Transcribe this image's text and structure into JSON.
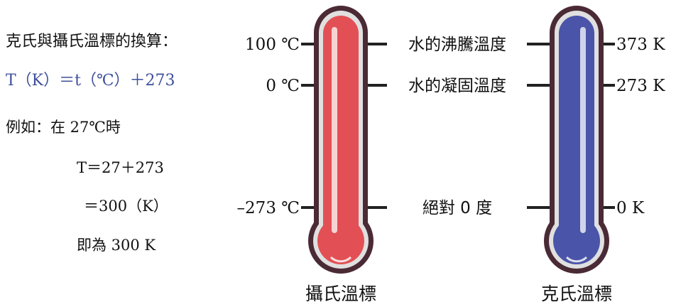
{
  "notes": {
    "line1": "克氏與攝氏溫標的換算：",
    "formula": "T（K）＝t（℃）＋273",
    "example_intro": "例如：在 27℃時",
    "example_line1": "T＝27＋273",
    "example_line2": "＝300（K）",
    "example_result": "即為 300 K"
  },
  "celsius": {
    "title": "攝氏溫標",
    "color": "#e25055",
    "ticks": [
      "100 ℃",
      "0 ℃",
      "–273 ℃"
    ]
  },
  "kelvin": {
    "title": "克氏溫標",
    "color": "#4a54a8",
    "ticks": [
      "373 K",
      "273 K",
      "0 K"
    ]
  },
  "points": [
    "水的沸騰溫度",
    "水的凝固溫度",
    "絕對 0 度"
  ],
  "colors": {
    "formula_text": "#3d4f9a",
    "outline": "#4a2a35",
    "bulb_bg": "#e0e0e0",
    "tick_line": "#222222"
  }
}
